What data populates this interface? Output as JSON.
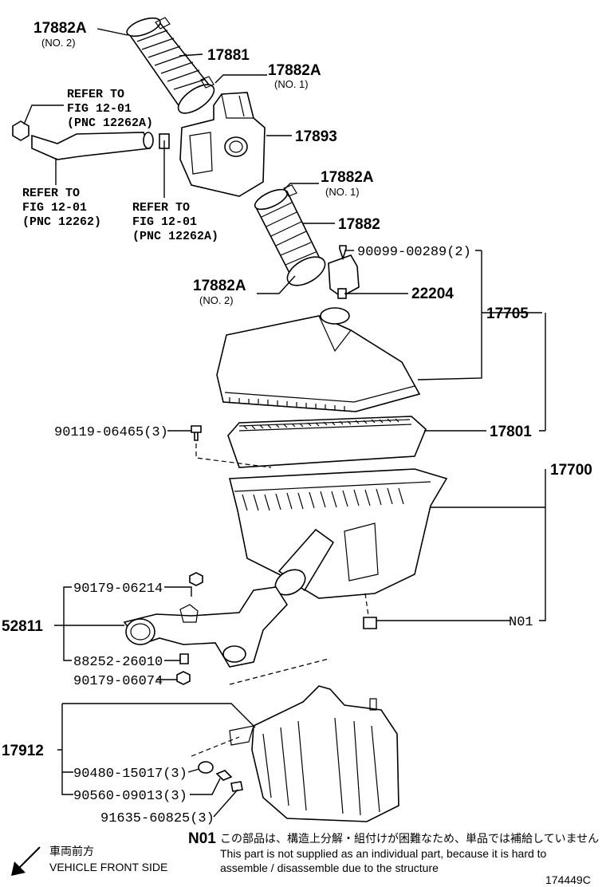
{
  "labels": {
    "p17882A_top": "17882A",
    "p17882A_top_sub": "(NO. 2)",
    "p17881": "17881",
    "p17882A_2": "17882A",
    "p17882A_2_sub": "(NO. 1)",
    "ref1_l1": "REFER TO",
    "ref1_l2": "FIG 12-01",
    "ref1_l3": "(PNC 12262A)",
    "p17893": "17893",
    "p17882A_3": "17882A",
    "p17882A_3_sub": "(NO. 1)",
    "ref2_l1": "REFER TO",
    "ref2_l2": "FIG 12-01",
    "ref2_l3": "(PNC 12262)",
    "ref3_l1": "REFER TO",
    "ref3_l2": "FIG 12-01",
    "ref3_l3": "(PNC 12262A)",
    "p17882": "17882",
    "p90099": "90099-00289(2)",
    "p17882A_4": "17882A",
    "p17882A_4_sub": "(NO. 2)",
    "p22204": "22204",
    "p17705": "17705",
    "p90119": "90119-06465(3)",
    "p17801": "17801",
    "p17700": "17700",
    "p90179a": "90179-06214",
    "p52811": "52811",
    "pN01": "N01",
    "p88252": "88252-26010",
    "p90179b": "90179-06074",
    "p17912": "17912",
    "p90480": "90480-15017(3)",
    "p90560": "90560-09013(3)",
    "p91635": "91635-60825(3)"
  },
  "footer": {
    "front_jp": "車両前方",
    "front_en": "VEHICLE FRONT SIDE",
    "note_code": "N01",
    "note_jp": "この部品は、構造上分解・組付けが困難なため、単品では補給していません",
    "note_en1": "This part is not supplied as an individual part, because it is hard to",
    "note_en2": "assemble / disassemble due to the structure",
    "fig_id": "174449C"
  }
}
